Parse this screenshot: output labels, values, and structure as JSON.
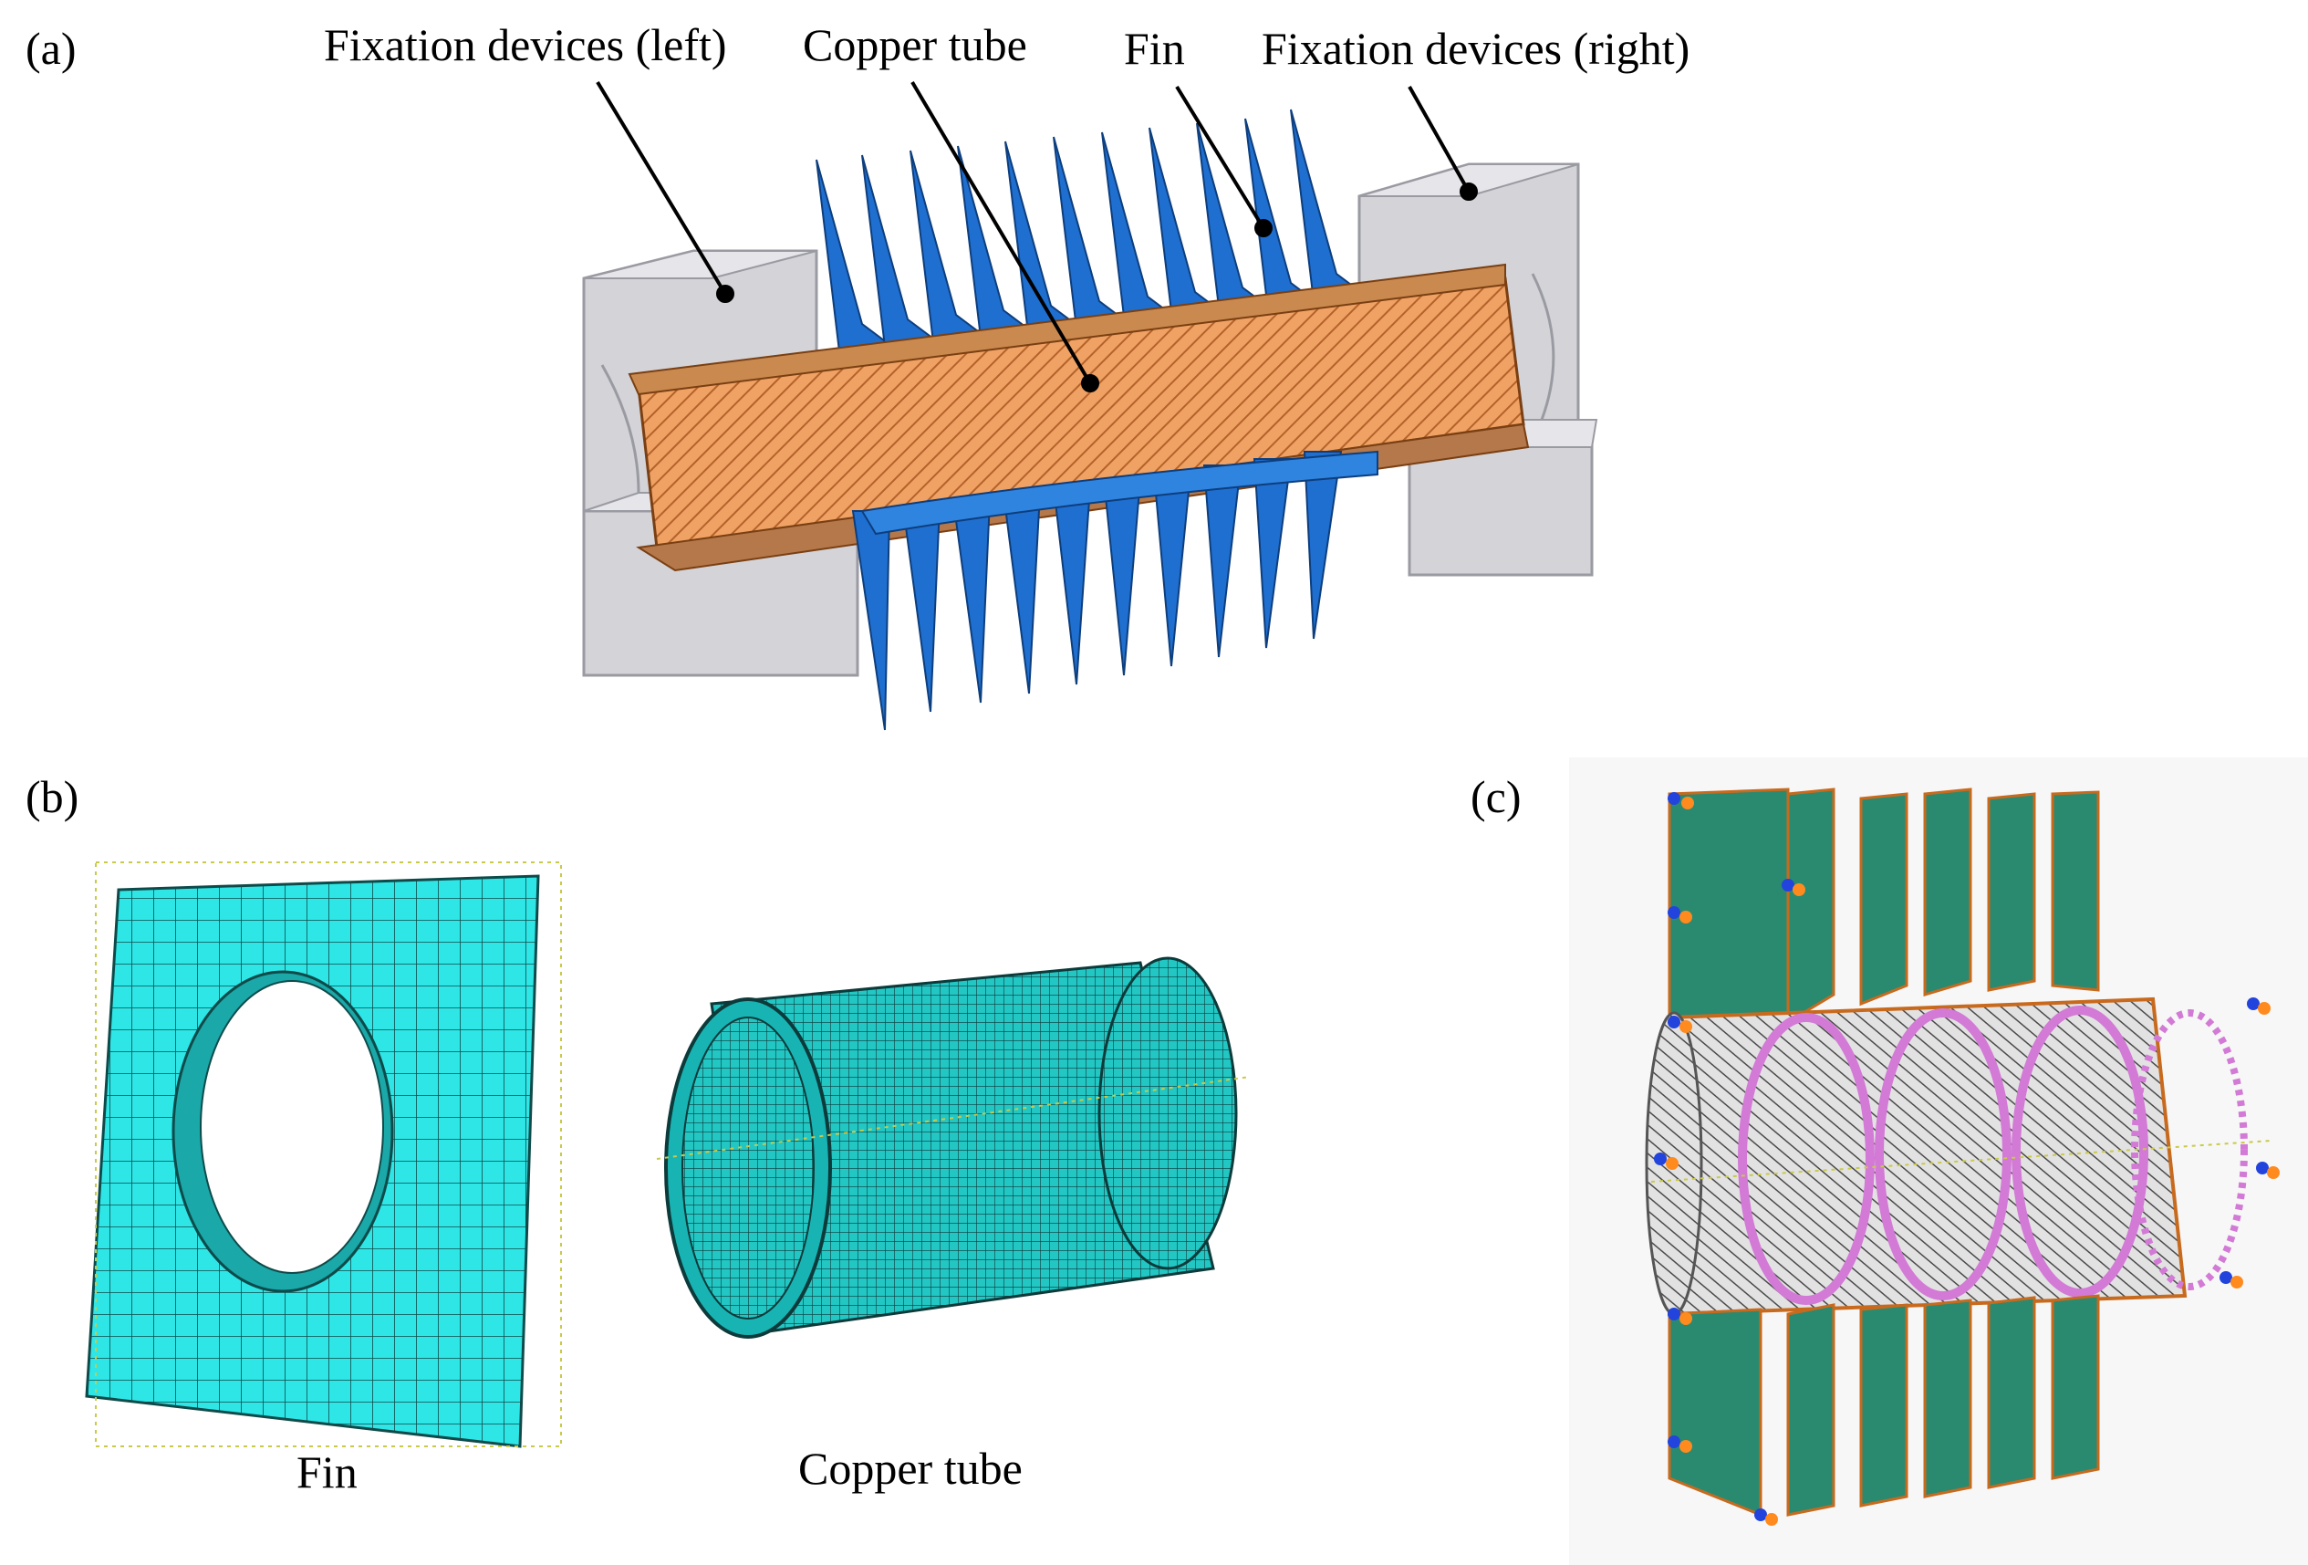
{
  "panels": {
    "a": {
      "letter": "(a)",
      "callouts": {
        "fixation_left": "Fixation devices (left)",
        "copper_tube": "Copper tube",
        "fin": "Fin",
        "fixation_right": "Fixation devices (right)"
      }
    },
    "b": {
      "letter": "(b)",
      "captions": {
        "fin": "Fin",
        "copper_tube": "Copper tube"
      }
    },
    "c": {
      "letter": "(c)"
    }
  },
  "colors": {
    "fin_blue": "#1f6fd0",
    "copper": "#e8934a",
    "fixation_gray": "#d6d6da",
    "mesh_cyan": "#2ee6e6",
    "assembly_green": "#2a8a70",
    "constraint_pink": "#d27ad6"
  }
}
